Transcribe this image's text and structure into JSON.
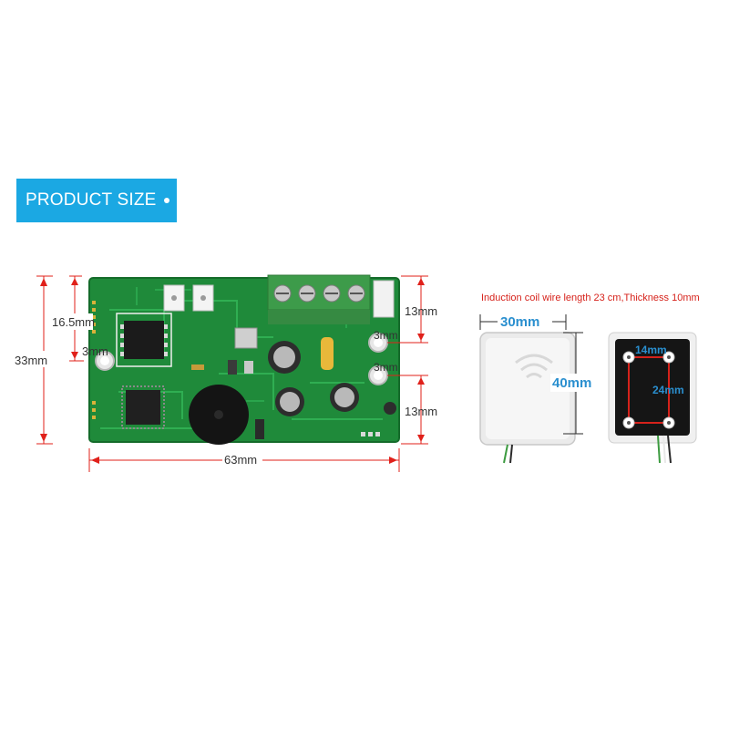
{
  "banner": {
    "title": "PRODUCT SIZE"
  },
  "dimensions": {
    "height_total": "33mm",
    "height_upper": "16.5mm",
    "hole_left": "3mm",
    "width": "63mm",
    "right_top": "13mm",
    "right_bottom": "13mm",
    "hole_right_upper": "3mm",
    "hole_right_lower": "3mm"
  },
  "coil": {
    "note": "Induction coil wire length 23 cm,Thickness 10mm",
    "width": "30mm",
    "height": "40mm",
    "inner_width": "14mm",
    "inner_height": "24mm"
  },
  "colors": {
    "banner": "#1ba8e3",
    "dimension_lines": "#e0201a",
    "pcb": "#1f8a3a",
    "terminal_block": "#3d9b4a",
    "coil_label": "#2a8fcf",
    "note_text": "#d6221b"
  }
}
